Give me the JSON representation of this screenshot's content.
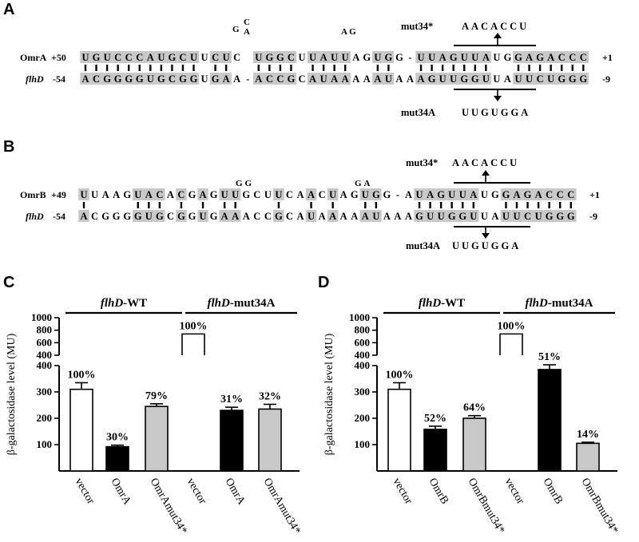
{
  "panels": {
    "A": "A",
    "B": "B",
    "C": "C",
    "D": "D"
  },
  "panel_a": {
    "top_name": "OmrA",
    "top_start": "+50",
    "top_end": "+1",
    "bottom_name": "flhD",
    "bottom_start": "-54",
    "bottom_end": "-9",
    "top_seq": "UGUCCCAUGCUUCUC UGGCUUAUUAGUGG-UUAGUUAUGGAGACCC",
    "top_shaded": "111111111111000 11111111100000 111111000000000",
    "bottom_seq": "ACGGGGUGCGGUGAA-ACCGCAUAAAAAUAAAGUUGGUUAUUCUGGG",
    "bottom_shaded": "1111111111111000011111111000011000011111100011111",
    "bulge1": "G  C\n   A",
    "bulge2": "A G",
    "mut_top_label": "mut34*",
    "mut_top_seq": "AACACCU",
    "mut_bottom_label": "mut34A",
    "mut_bottom_seq": "UUGUGGA"
  },
  "panel_b": {
    "top_name": "OmrB",
    "top_start": "+49",
    "top_end": "+1",
    "bottom_name": "flhD",
    "bottom_start": "-54",
    "bottom_end": "-9",
    "top_seq": "UUAAGUACACGAGUUGCUUCAACUAGUGG-AUAGUUAUGGAGACCC",
    "bottom_seq": "ACGGGGUGCGGUGAAACCGCAUAAAAAUAAAGUUGGUUAUUCUGGG",
    "bulge1": "GG",
    "bulge2": "GA",
    "mut_top_label": "mut34*",
    "mut_top_seq": "AACACCU",
    "mut_bottom_label": "mut34A",
    "mut_bottom_seq": "UUGUGGA"
  },
  "chart_data": [
    {
      "type": "bar",
      "panel": "C",
      "ylabel": "β-galactosidase level (MU)",
      "groups": [
        {
          "label": "flhD-WT",
          "label_italic": "flhD",
          "label_rest": "-WT"
        },
        {
          "label": "flhD-mut34A",
          "label_italic": "flhD",
          "label_rest": "-mut34A"
        }
      ],
      "categories": [
        "vector",
        "OmrA",
        "OmrAmut34*",
        "vector",
        "OmrA",
        "OmrAmut34*"
      ],
      "values": [
        310,
        92,
        245,
        740,
        230,
        235
      ],
      "errors": [
        25,
        6,
        10,
        0,
        12,
        18
      ],
      "percent_labels": [
        "100%",
        "30%",
        "79%",
        "100%",
        "31%",
        "32%"
      ],
      "fills": [
        "#ffffff",
        "#000000",
        "#c8c8c8",
        "#ffffff",
        "#000000",
        "#c8c8c8"
      ],
      "yticks_lower": [
        100,
        200,
        300,
        400
      ],
      "yticks_upper": [
        400,
        600,
        800,
        1000
      ],
      "ylim": [
        0,
        1000
      ],
      "axis_break": [
        400,
        400
      ]
    },
    {
      "type": "bar",
      "panel": "D",
      "ylabel": "β-galactosidase level (MU)",
      "groups": [
        {
          "label": "flhD-WT",
          "label_italic": "flhD",
          "label_rest": "-WT"
        },
        {
          "label": "flhD-mut34A",
          "label_italic": "flhD",
          "label_rest": "-mut34A"
        }
      ],
      "categories": [
        "vector",
        "OmrB",
        "OmrBmut34*",
        "vector",
        "OmrB",
        "OmrBmut34*"
      ],
      "values": [
        310,
        158,
        200,
        740,
        385,
        105
      ],
      "errors": [
        25,
        12,
        10,
        0,
        18,
        4
      ],
      "percent_labels": [
        "100%",
        "52%",
        "64%",
        "100%",
        "51%",
        "14%"
      ],
      "fills": [
        "#ffffff",
        "#000000",
        "#c8c8c8",
        "#ffffff",
        "#000000",
        "#c8c8c8"
      ],
      "yticks_lower": [
        100,
        200,
        300,
        400
      ],
      "yticks_upper": [
        400,
        600,
        800,
        1000
      ],
      "ylim": [
        0,
        1000
      ],
      "axis_break": [
        400,
        400
      ]
    }
  ]
}
